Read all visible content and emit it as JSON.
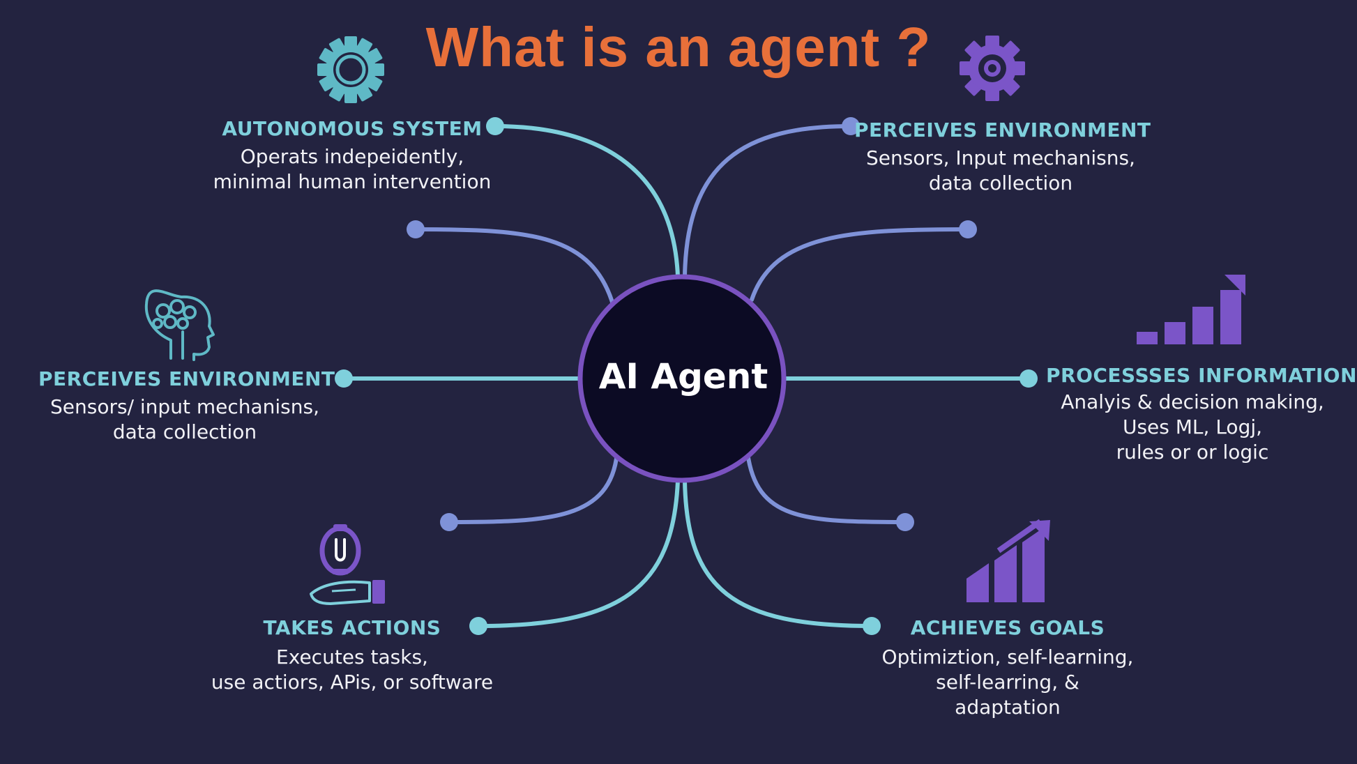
{
  "title": "What is an agent ?",
  "hub": {
    "label": "AI Agent"
  },
  "blocks": {
    "autonomous": {
      "heading": "AUTONOMOUS SYSTEM",
      "lines": [
        "Operats indepeidently,",
        "minimal human intervention"
      ]
    },
    "perceives_top": {
      "heading": "PERCEIVES ENVIRONMENT",
      "lines": [
        "Sensors, Input mechanisns,",
        "data collection"
      ]
    },
    "perceives_left": {
      "heading": "PERCEIVES  ENVIRONMENT",
      "lines": [
        "Sensors/ input mechanisns,",
        "data collection"
      ]
    },
    "processes": {
      "heading": "PROCESSSES INFORMATION",
      "lines": [
        "Analyis & decision making,",
        "Uses ML, Logj,",
        "rules or or logic"
      ]
    },
    "actions": {
      "heading": "TAKES ACTIONS",
      "lines": [
        "Executes tasks,",
        "use actiors, APis, or software"
      ]
    },
    "goals": {
      "heading": "ACHIEVES GOALS",
      "lines": [
        "Optimiztion, self-learning,",
        "self-learring, &",
        "adaptation"
      ]
    }
  },
  "icons": {
    "gear_left": "gear-icon",
    "gear_right": "gear-icon",
    "brain": "brain-head-icon",
    "bars": "bar-chart-icon",
    "hand": "hand-robot-icon",
    "growth": "growth-arrow-icon"
  },
  "colors": {
    "background": "#232340",
    "title": "#e8703a",
    "teal": "#7fd0dc",
    "blue": "#7f92d8",
    "purple": "#7b55c8",
    "hub_fill": "#0c0b24",
    "hub_ring": "#7a52c0"
  }
}
